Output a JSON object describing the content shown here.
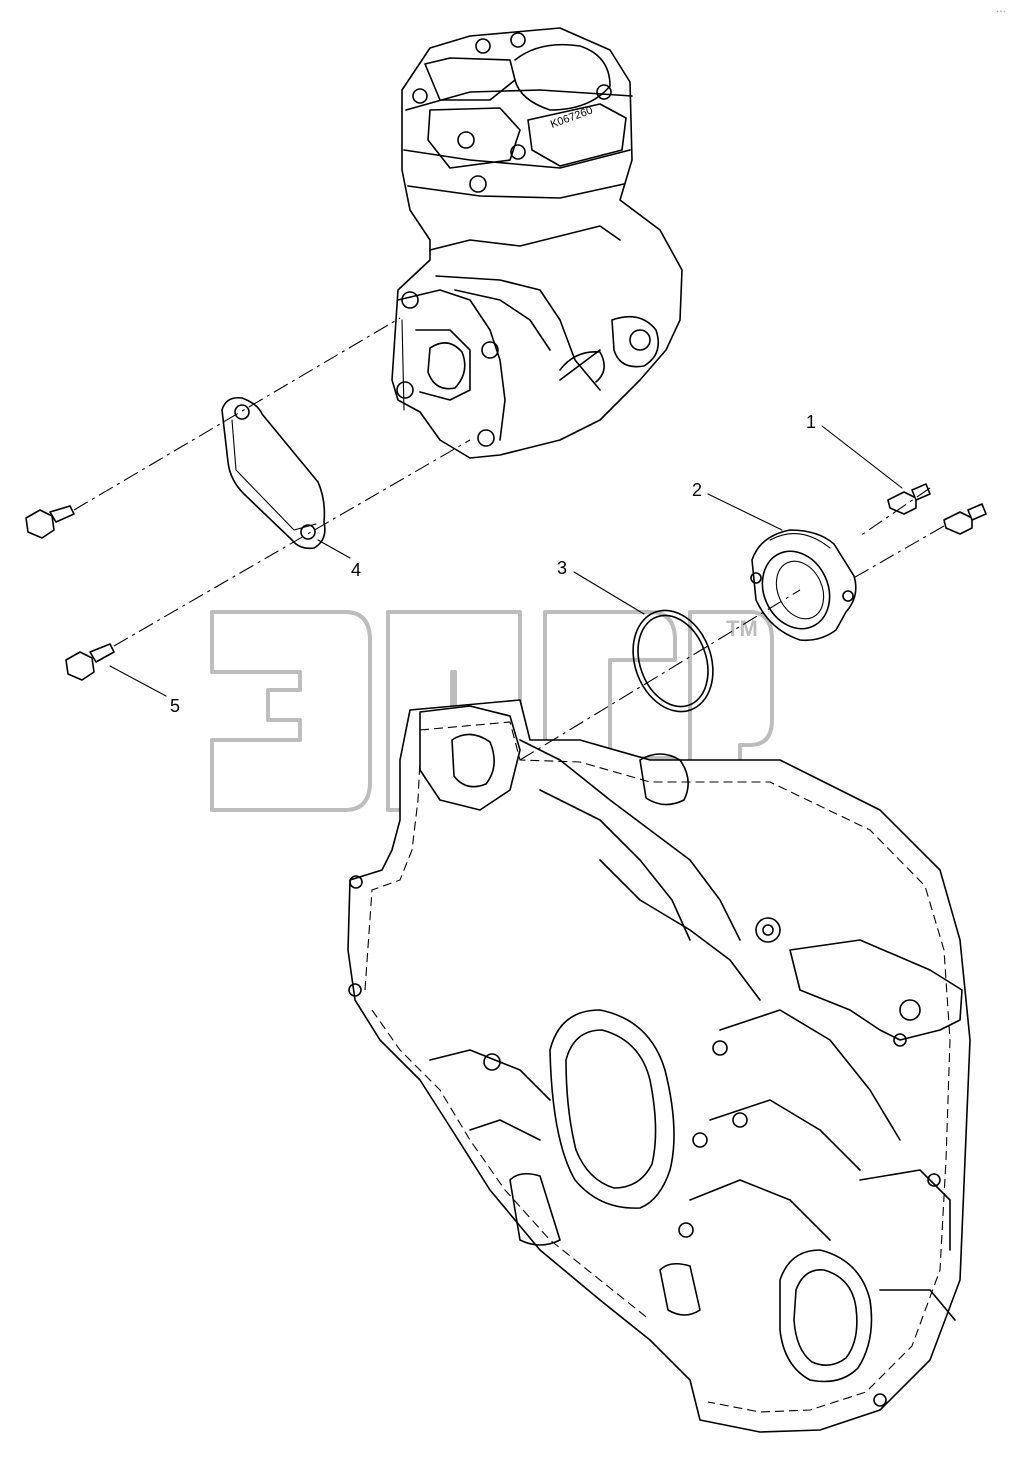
{
  "callouts": [
    {
      "id": "1",
      "label": "1"
    },
    {
      "id": "2",
      "label": "2"
    },
    {
      "id": "3",
      "label": "3"
    },
    {
      "id": "4",
      "label": "4"
    },
    {
      "id": "5",
      "label": "5"
    }
  ],
  "watermark": {
    "text": "ЭПСР",
    "tm": "TM"
  },
  "compressor": {
    "marking": "K067260"
  },
  "colors": {
    "line": "#000000",
    "watermark": "#bdbdbd",
    "background": "#ffffff"
  }
}
